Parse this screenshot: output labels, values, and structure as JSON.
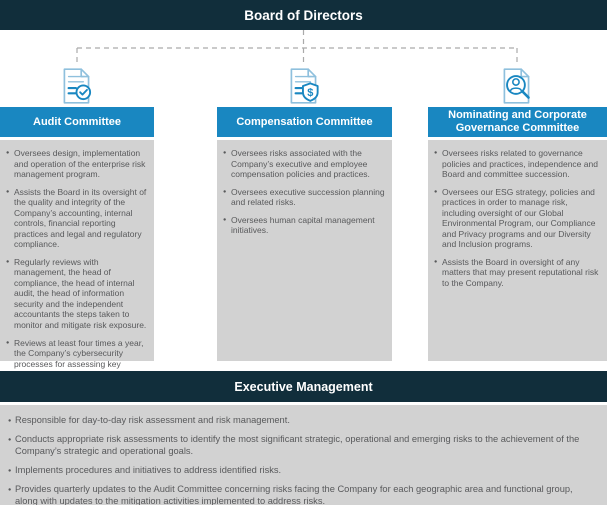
{
  "board": {
    "title": "Board of Directors"
  },
  "committees": [
    {
      "name": "Audit Committee",
      "icon": "document-checklist-icon",
      "bullets": [
        "Oversees design, implementation and operation of the enterprise risk management program.",
        "Assists the Board in its oversight of the quality and integrity of the Company’s accounting, internal controls, financial reporting practices and legal and regulatory compliance.",
        "Regularly reviews with management, the head of compliance, the head of internal audit, the head of information security and the independent accountants the steps taken to monitor and mitigate risk exposure.",
        "Reviews at least four times a year, the Company’s cybersecurity processes for assessing key strategic, operational and compliance risks."
      ]
    },
    {
      "name": "Compensation Committee",
      "icon": "document-dollar-shield-icon",
      "bullets": [
        "Oversees risks associated with the Company’s executive and employee compensation policies and practices.",
        "Oversees executive succession planning and related risks.",
        "Oversees human capital management initiatives."
      ]
    },
    {
      "name": "Nominating and Corporate Governance Committee",
      "icon": "document-magnifier-person-icon",
      "bullets": [
        "Oversees risks related to governance policies and practices, independence and Board and committee succession.",
        "Oversees our ESG strategy, policies and practices in order to manage risk, including oversight of our Global Environmental Program, our Compliance and Privacy programs and our Diversity and Inclusion programs.",
        "Assists the Board in oversight of any matters that may present reputational risk to the Company."
      ]
    }
  ],
  "executive": {
    "title": "Executive Management",
    "bullets": [
      "Responsible for day-to-day risk assessment and risk management.",
      "Conducts appropriate risk assessments to identify the most significant strategic, operational and emerging risks to the achievement of the Company’s strategic and operational goals.",
      "Implements procedures and initiatives to address identified risks.",
      "Provides quarterly updates to the Audit Committee concerning risks facing the Company for each geographic area and functional group, along with updates to the mitigation activities implemented to address risks."
    ]
  },
  "colors": {
    "header_dark": "#112e3b",
    "committee_blue": "#1987c1",
    "panel_gray": "#d2d2d2",
    "body_text": "#58595b",
    "connector_gray": "#aaaaaa",
    "icon_blue": "#1987c1",
    "icon_light_blue": "#8fc0dd"
  }
}
